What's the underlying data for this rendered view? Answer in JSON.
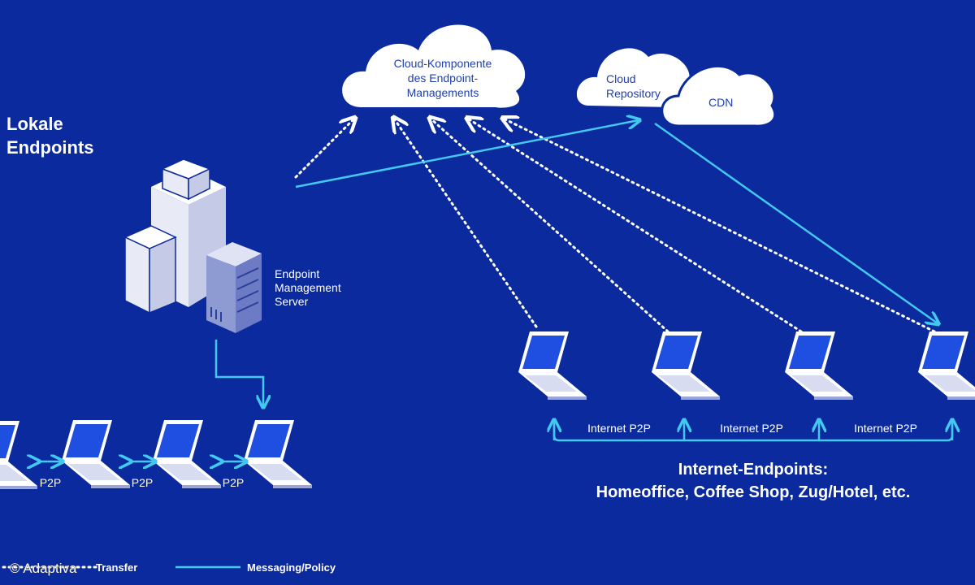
{
  "title_local": [
    "Lokale",
    "Endpoints"
  ],
  "cloud_main": [
    "Cloud-Komponente",
    "des Endpoint-",
    "Managements"
  ],
  "cloud_repo": [
    "Cloud",
    "Repository"
  ],
  "cloud_cdn": "CDN",
  "server_label": [
    "Endpoint",
    "Management",
    "Server"
  ],
  "p2p_label": "P2P",
  "internet_p2p_label": "Internet P2P",
  "internet_title": [
    "Internet-Endpoints:",
    "Homeoffice, Coffee Shop, Zug/Hotel, etc."
  ],
  "legend": {
    "dotted": "Transfer",
    "solid": "Messaging/Policy"
  },
  "watermark": "© Adaptiva",
  "colors": {
    "background": "#0b2a9e",
    "accent": "#43c8f0",
    "white": "#ffffff",
    "screen": "#1e4fe0"
  }
}
